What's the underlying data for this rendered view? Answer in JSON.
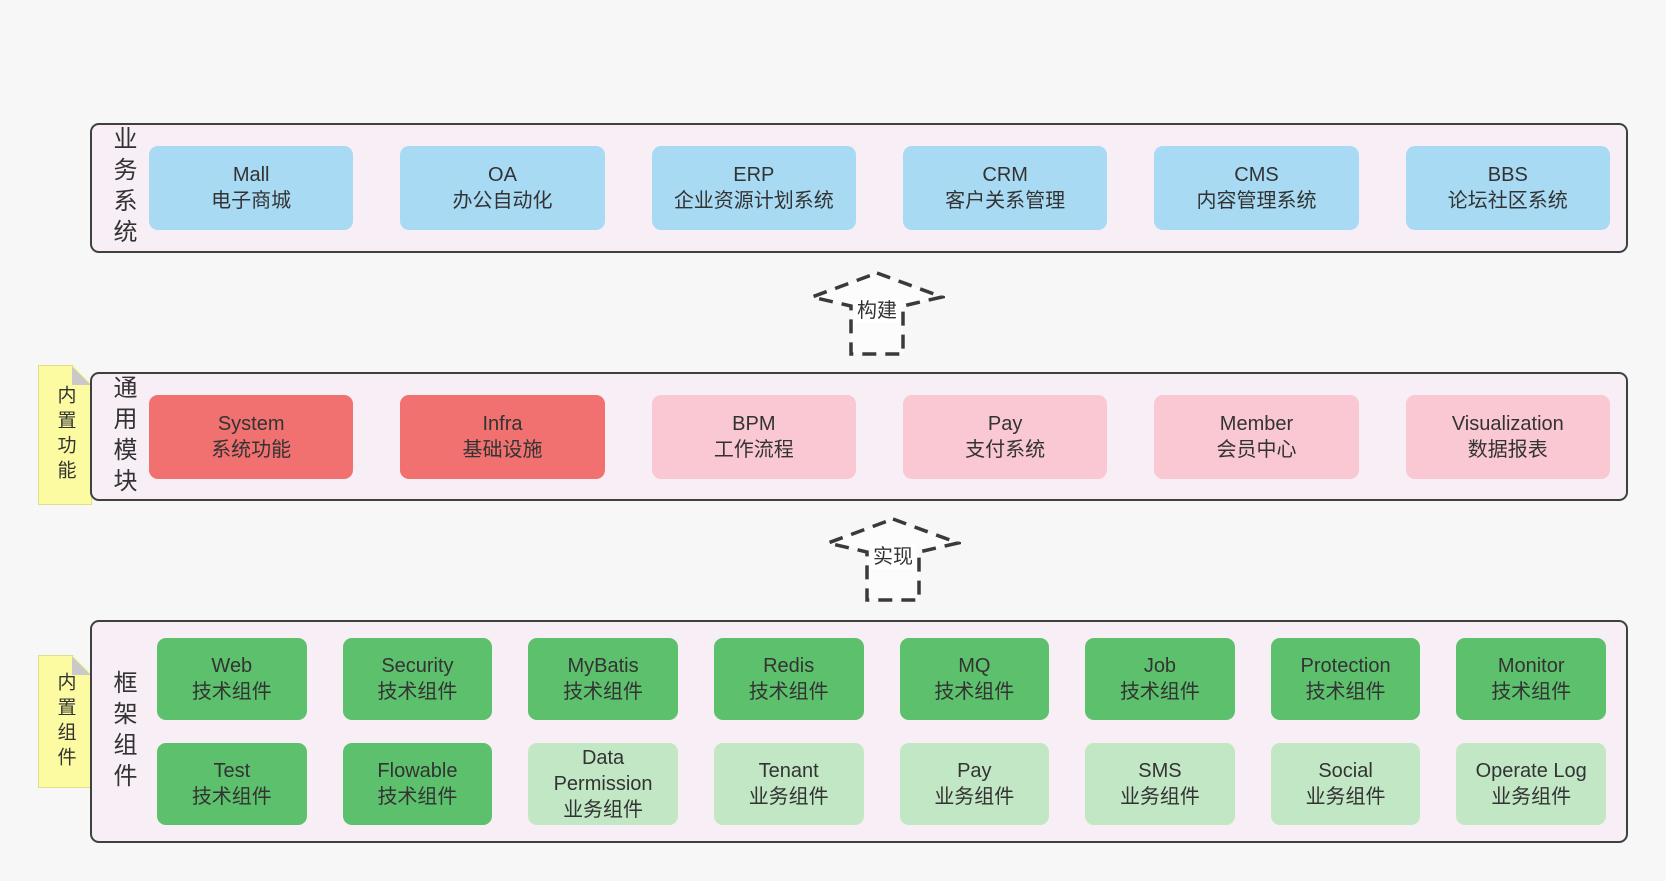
{
  "palette": {
    "page_bg": "#f7f7f7",
    "panel_bg": "#f8eef6",
    "panel_border": "#404040",
    "text": "#333333",
    "arrow_stroke": "#3a3a3a",
    "yellow": "#fcfba2",
    "fold_gray": "#c9c9c9",
    "blue": "#a8daf4",
    "red": "#f0716f",
    "pink": "#f9c8d2",
    "green": "#5dc06c",
    "green_light": "#c2e7c5"
  },
  "arrows": [
    {
      "label": "构建"
    },
    {
      "label": "实现"
    }
  ],
  "sections": {
    "business": {
      "label": "业务系统",
      "boxes": [
        {
          "title": "Mall",
          "subtitle": "电子商城",
          "variant": "blue"
        },
        {
          "title": "OA",
          "subtitle": "办公自动化",
          "variant": "blue"
        },
        {
          "title": "ERP",
          "subtitle": "企业资源计划系统",
          "variant": "blue"
        },
        {
          "title": "CRM",
          "subtitle": "客户关系管理",
          "variant": "blue"
        },
        {
          "title": "CMS",
          "subtitle": "内容管理系统",
          "variant": "blue"
        },
        {
          "title": "BBS",
          "subtitle": "论坛社区系统",
          "variant": "blue"
        }
      ]
    },
    "modules": {
      "label": "通用模块",
      "note": "内置功能",
      "boxes": [
        {
          "title": "System",
          "subtitle": "系统功能",
          "variant": "red"
        },
        {
          "title": "Infra",
          "subtitle": "基础设施",
          "variant": "red"
        },
        {
          "title": "BPM",
          "subtitle": "工作流程",
          "variant": "pink"
        },
        {
          "title": "Pay",
          "subtitle": "支付系统",
          "variant": "pink"
        },
        {
          "title": "Member",
          "subtitle": "会员中心",
          "variant": "pink"
        },
        {
          "title": "Visualization",
          "subtitle": "数据报表",
          "variant": "pink"
        }
      ]
    },
    "components": {
      "label": "框架组件",
      "note": "内置组件",
      "rows": [
        [
          {
            "title": "Web",
            "subtitle": "技术组件",
            "variant": "green"
          },
          {
            "title": "Security",
            "subtitle": "技术组件",
            "variant": "green"
          },
          {
            "title": "MyBatis",
            "subtitle": "技术组件",
            "variant": "green"
          },
          {
            "title": "Redis",
            "subtitle": "技术组件",
            "variant": "green"
          },
          {
            "title": "MQ",
            "subtitle": "技术组件",
            "variant": "green"
          },
          {
            "title": "Job",
            "subtitle": "技术组件",
            "variant": "green"
          },
          {
            "title": "Protection",
            "subtitle": "技术组件",
            "variant": "green"
          },
          {
            "title": "Monitor",
            "subtitle": "技术组件",
            "variant": "green"
          }
        ],
        [
          {
            "title": "Test",
            "subtitle": "技术组件",
            "variant": "green"
          },
          {
            "title": "Flowable",
            "subtitle": "技术组件",
            "variant": "green"
          },
          {
            "title": "Data Permission",
            "subtitle": "业务组件",
            "variant": "green_light"
          },
          {
            "title": "Tenant",
            "subtitle": "业务组件",
            "variant": "green_light"
          },
          {
            "title": "Pay",
            "subtitle": "业务组件",
            "variant": "green_light"
          },
          {
            "title": "SMS",
            "subtitle": "业务组件",
            "variant": "green_light"
          },
          {
            "title": "Social",
            "subtitle": "业务组件",
            "variant": "green_light"
          },
          {
            "title": "Operate Log",
            "subtitle": "业务组件",
            "variant": "green_light"
          }
        ]
      ]
    }
  }
}
